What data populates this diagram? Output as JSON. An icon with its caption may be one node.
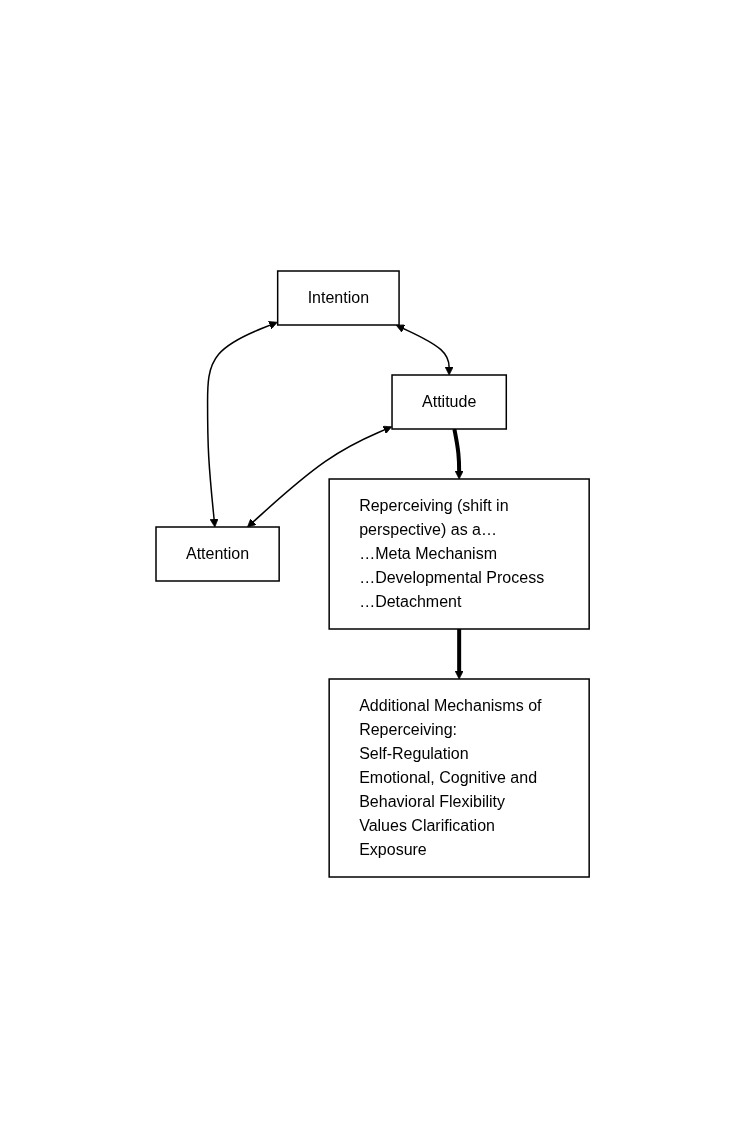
{
  "diagram": {
    "nodes": [
      {
        "text": [
          "Intention"
        ]
      },
      {
        "text": [
          "Attention"
        ]
      },
      {
        "text": [
          "Attitude"
        ]
      },
      {
        "text": [
          "Reperceiving (shift in perspective) as a…",
          "…Meta Mechanism",
          "…Developmental Process",
          "…Detachment"
        ]
      },
      {
        "text": [
          "Additional Mechanisms of Reperceiving:",
          "Self-Regulation",
          "Emotional, Cognitive and Behavioral Flexibility",
          "Values Clarification",
          "Exposure"
        ]
      }
    ],
    "edges": [
      {
        "from": 0,
        "to": 1,
        "arrow": "both"
      },
      {
        "from": 0,
        "to": 2,
        "arrow": "both"
      },
      {
        "from": 2,
        "to": 1,
        "arrow": "both"
      },
      {
        "from": 2,
        "to": 3,
        "arrow": "to",
        "style": "thick"
      },
      {
        "from": 3,
        "to": 4,
        "arrow": "to",
        "style": "thick"
      }
    ]
  }
}
